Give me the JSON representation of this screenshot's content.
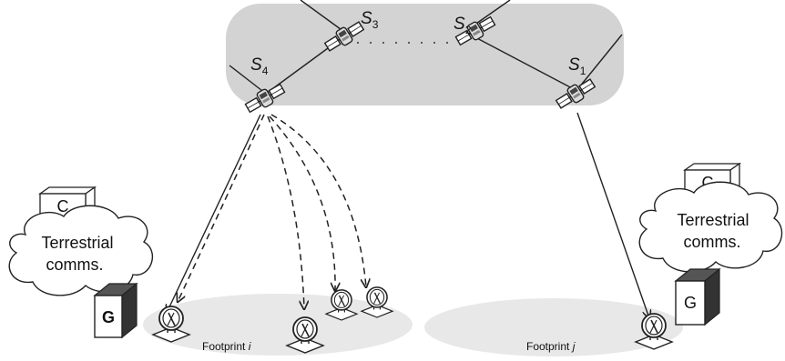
{
  "satellites": {
    "s1": {
      "letter": "S",
      "index": "1"
    },
    "s2": {
      "letter": "S",
      "index": "2"
    },
    "s3": {
      "letter": "S",
      "index": "3"
    },
    "s4": {
      "letter": "S",
      "index": "4"
    }
  },
  "left_side": {
    "cloud_line1": "Terrestrial",
    "cloud_line2": "comms.",
    "control_box": "C",
    "ground_box": "G"
  },
  "right_side": {
    "cloud_line1": "Terrestrial",
    "cloud_line2": "comms.",
    "control_box": "C",
    "ground_box": "G"
  },
  "footprints": {
    "i": {
      "prefix": "Footprint ",
      "id": "i"
    },
    "j": {
      "prefix": "Footprint ",
      "id": "j"
    }
  },
  "colors": {
    "orbit_band": "#d3d3d3",
    "footprint": "#e8e8e8",
    "box_dark": "#3a3a3a"
  }
}
